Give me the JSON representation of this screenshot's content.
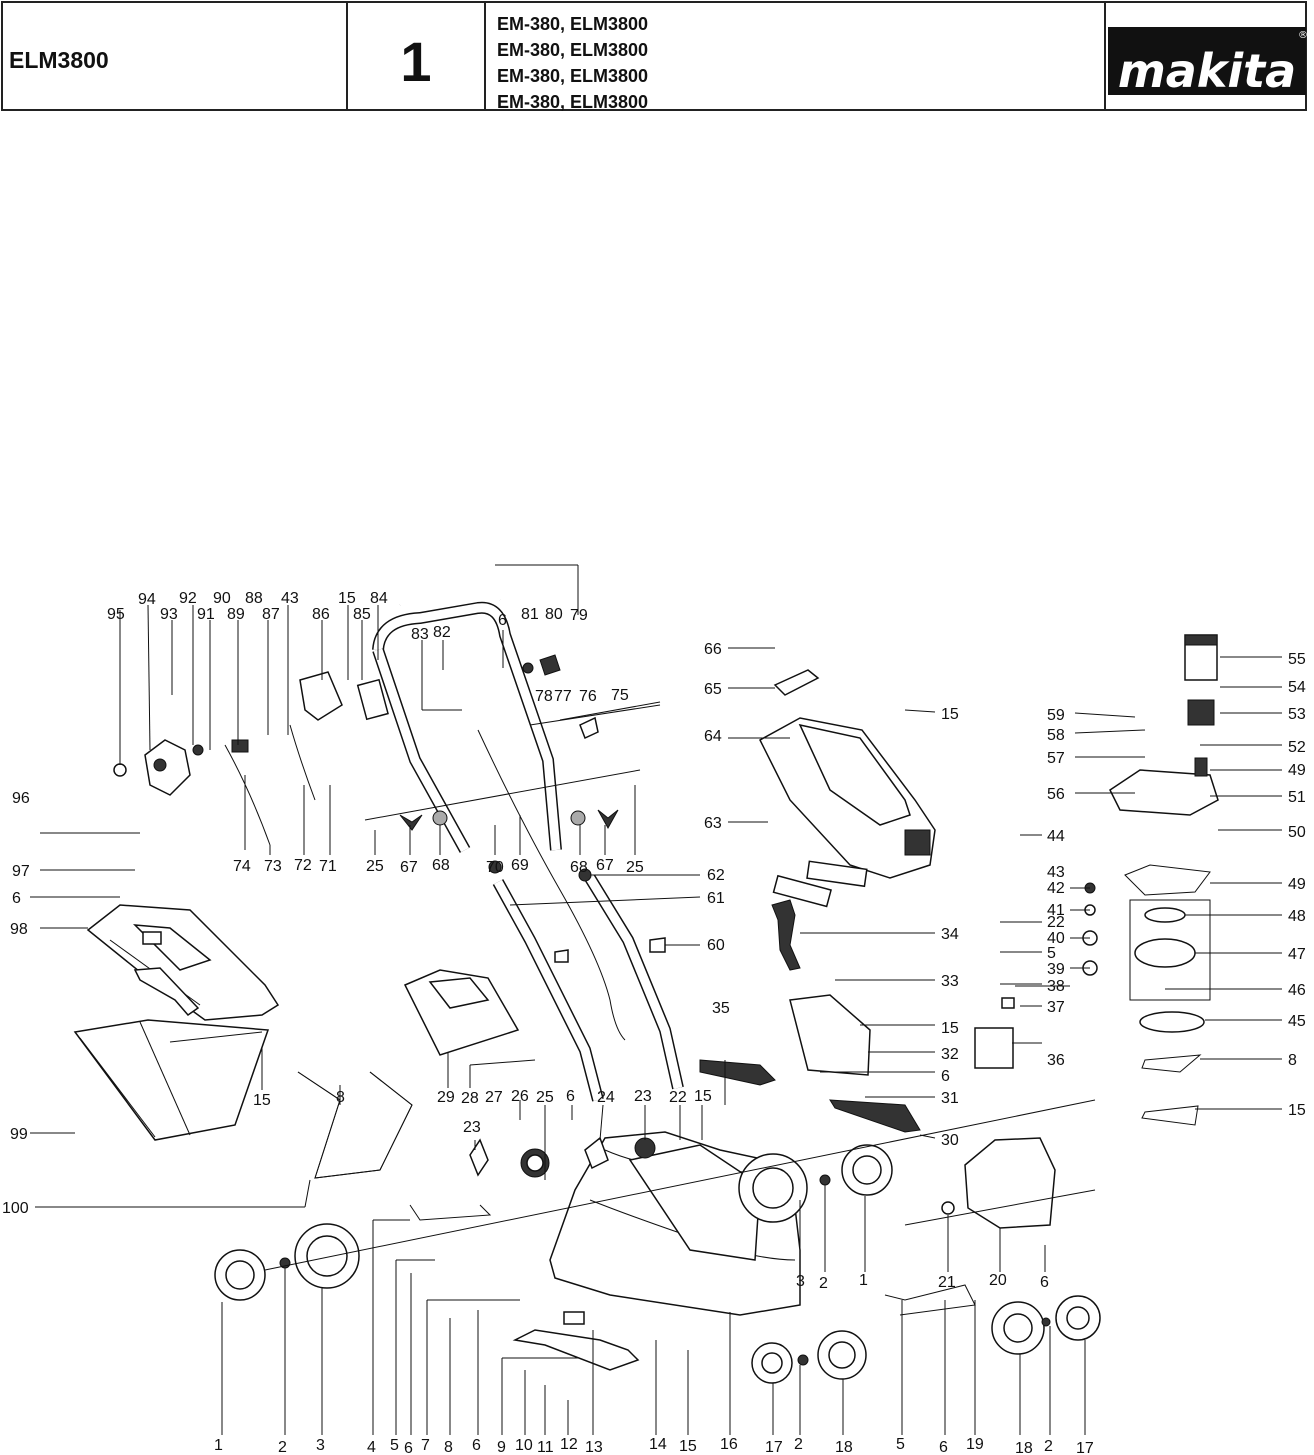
{
  "header": {
    "model": "ELM3800",
    "page_number": "1",
    "models": [
      "EM-380, ELM3800",
      "EM-380, ELM3800",
      "EM-380, ELM3800",
      "EM-380, ELM3800"
    ],
    "brand": "makita",
    "registered_mark": "®"
  },
  "diagram": {
    "labels": {
      "l1a": "1",
      "l2a": "2",
      "l3a": "3",
      "l4": "4",
      "l5a": "5",
      "l6a": "6",
      "l7": "7",
      "l8a": "8",
      "l6b": "6",
      "l9": "9",
      "l10": "10",
      "l11": "11",
      "l12": "12",
      "l13": "13",
      "l14": "14",
      "l15a": "15",
      "l16": "16",
      "l17a": "17",
      "l2b": "2",
      "l18a": "18",
      "l5b": "5",
      "l6c": "6",
      "l19": "19",
      "l18b": "18",
      "l2c": "2",
      "l17b": "17",
      "l95": "95",
      "l94": "94",
      "l93": "93",
      "l92": "92",
      "l91": "91",
      "l90": "90",
      "l89": "89",
      "l88": "88",
      "l87": "87",
      "l43a": "43",
      "l86": "86",
      "l15b": "15",
      "l85": "85",
      "l84": "84",
      "l83": "83",
      "l82": "82",
      "l6d": "6",
      "l81": "81",
      "l80": "80",
      "l79": "79",
      "l78": "78",
      "l77": "77",
      "l76": "76",
      "l75": "75",
      "l96": "96",
      "l97": "97",
      "l6e": "6",
      "l98": "98",
      "l99": "99",
      "l100": "100",
      "l74": "74",
      "l73": "73",
      "l72": "72",
      "l71": "71",
      "l25a": "25",
      "l67a": "67",
      "l68a": "68",
      "l70": "70",
      "l69": "69",
      "l68b": "68",
      "l67b": "67",
      "l25b": "25",
      "l62": "62",
      "l61": "61",
      "l60": "60",
      "l66": "66",
      "l65": "65",
      "l15c": "15",
      "l64": "64",
      "l63": "63",
      "l34": "34",
      "l33": "33",
      "l15d": "15",
      "l35": "35",
      "l32": "32",
      "l6f": "6",
      "l31": "31",
      "l30": "30",
      "l29": "29",
      "l28": "28",
      "l27": "27",
      "l15e": "15",
      "l8b": "8",
      "l26": "26",
      "l25c": "25",
      "l6g": "6",
      "l24": "24",
      "l23a": "23",
      "l22": "22",
      "l15f": "15",
      "l23b": "23",
      "l3b": "3",
      "l2d": "2",
      "l1b": "1",
      "l21": "21",
      "l20": "20",
      "l6h": "6",
      "l55": "55",
      "l54": "54",
      "l59": "59",
      "l53": "53",
      "l58": "58",
      "l52": "52",
      "l57": "57",
      "l49a": "49",
      "l56": "56",
      "l51": "51",
      "l44": "44",
      "l50": "50",
      "l43b": "43",
      "l42": "42",
      "l49b": "49",
      "l41": "41",
      "l22b": "22",
      "l48": "48",
      "l40": "40",
      "l5c": "5",
      "l47": "47",
      "l39": "39",
      "l38": "38",
      "l46": "46",
      "l37": "37",
      "l45": "45",
      "l36": "36",
      "l8c": "8",
      "l15g": "15"
    }
  }
}
